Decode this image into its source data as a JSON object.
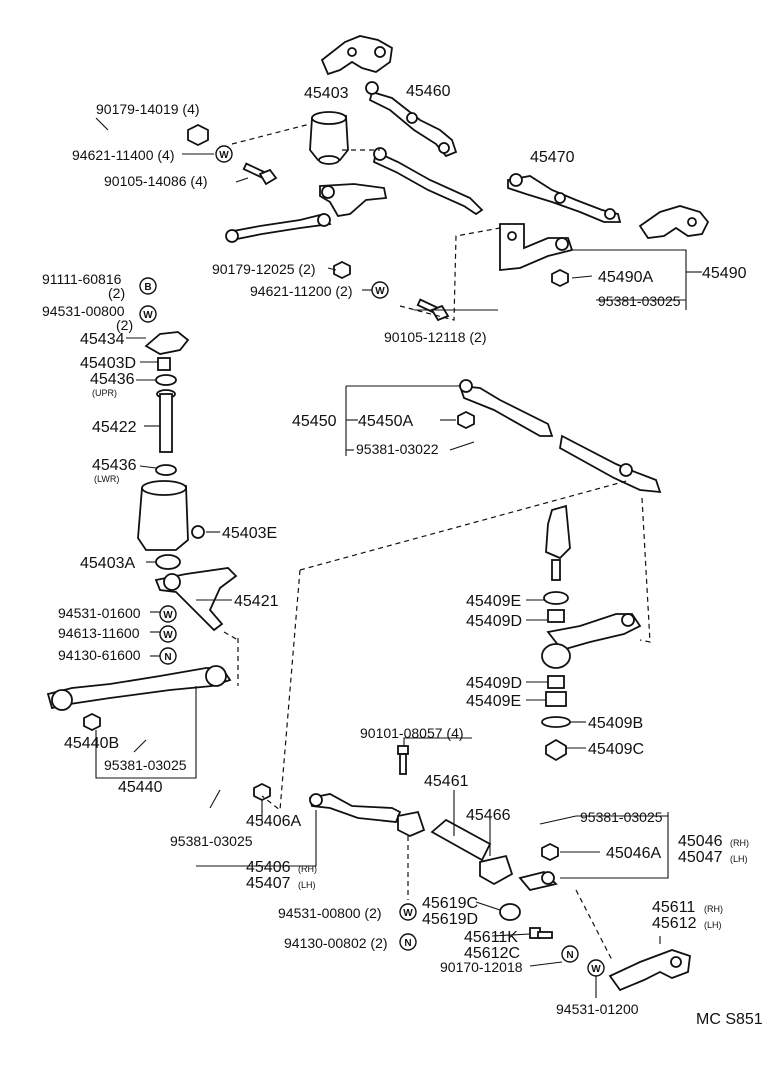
{
  "diagram_code": "MC S851",
  "symbols": {
    "W": "W",
    "N": "N",
    "B": "B"
  },
  "labels": {
    "p45403": "45403",
    "p45460": "45460",
    "p45470": "45470",
    "p90179_14019": "90179-14019 (4)",
    "p94621_11400": "94621-11400 (4)",
    "p90105_14086": "90105-14086 (4)",
    "p90179_12025": "90179-12025 (2)",
    "p94621_11200": "94621-11200 (2)",
    "p90105_12118": "90105-12118 (2)",
    "p45490A": "45490A",
    "p45490": "45490",
    "p95381_03025_top": "95381-03025",
    "p91111_60816": "91111-60816",
    "p91111_60816_qty": "(2)",
    "p94531_00800_top": "94531-00800",
    "p94531_00800_top_qty": "(2)",
    "p45434": "45434",
    "p45403D": "45403D",
    "p45436_upr": "45436",
    "upr": "(UPR)",
    "p45422": "45422",
    "p45436_lwr": "45436",
    "lwr": "(LWR)",
    "p45403E": "45403E",
    "p45403A": "45403A",
    "p45421": "45421",
    "p94531_01600": "94531-01600",
    "p94613_11600": "94613-11600",
    "p94130_61600": "94130-61600",
    "p45440B": "45440B",
    "p95381_03025_left": "95381-03025",
    "p45440": "45440",
    "p45450": "45450",
    "p45450A": "45450A",
    "p95381_03022": "95381-03022",
    "p45409E_top": "45409E",
    "p45409D_top": "45409D",
    "p45409D_bot": "45409D",
    "p45409E_bot": "45409E",
    "p45409B": "45409B",
    "p45409C": "45409C",
    "p90101_08057": "90101-08057 (4)",
    "p45461": "45461",
    "p45466": "45466",
    "p95381_03025_right": "95381-03025",
    "p45046": "45046",
    "p45047": "45047",
    "rh": "(RH)",
    "lh": "(LH)",
    "p45046A": "45046A",
    "p45406A": "45406A",
    "p95381_03025_bot": "95381-03025",
    "p45406": "45406",
    "p45407": "45407",
    "p94531_00800_bot": "94531-00800 (2)",
    "p94130_00802": "94130-00802 (2)",
    "p45619C": "45619C",
    "p45619D": "45619D",
    "p45611K": "45611K",
    "p45612C": "45612C",
    "p90170_12018": "90170-12018",
    "p45611": "45611",
    "p45612": "45612",
    "p94531_01200": "94531-01200"
  }
}
